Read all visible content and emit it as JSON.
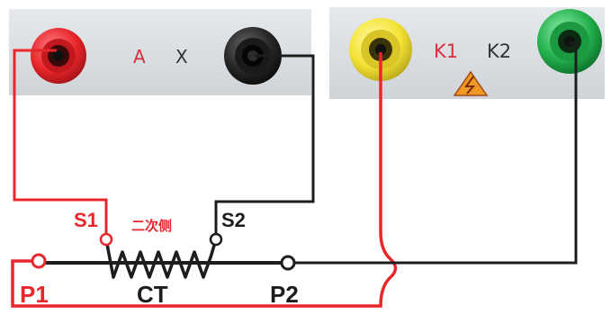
{
  "panels": {
    "left": {
      "term_a": "A",
      "term_x": "X"
    },
    "right": {
      "term_k1": "K1",
      "term_k2": "K2"
    }
  },
  "warning": {
    "icon": "high-voltage-warning-icon"
  },
  "circuit": {
    "labels": {
      "s1": "S1",
      "s2": "S2",
      "secondary_side": "二次侧",
      "p1": "P1",
      "p2": "P2",
      "ct": "CT"
    }
  },
  "colors": {
    "red_wire": "#e8262b",
    "black_wire": "#1d1d1d",
    "panel_bg": "#d9dde1",
    "jack_red": "#ec2e3a",
    "jack_black": "#222222",
    "jack_yellow": "#f4e235",
    "jack_green": "#23b04c"
  }
}
